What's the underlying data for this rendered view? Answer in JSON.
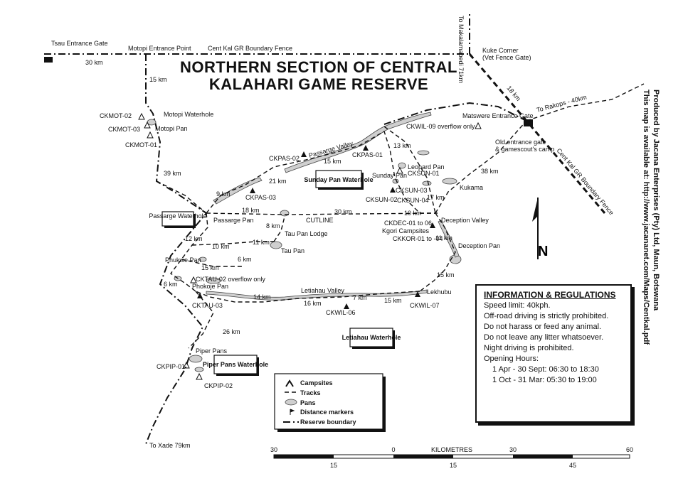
{
  "title": {
    "line1": "NORTHERN SECTION OF CENTRAL",
    "line2": "KALAHARI GAME RESERVE"
  },
  "labels": {
    "tsau_gate": "Tsau Entrance Gate",
    "motopi_entrance": "Motopi Entrance Point",
    "boundary_fence": "Cent Kal GR Boundary Fence",
    "boundary_fence_2": "Cent Kal GR Boundary Fence",
    "to_makalamabedi": "To Makalamabedi 71km",
    "kuke_corner": "Kuke Corner",
    "vet_fence_gate": "(Vet Fence Gate)",
    "to_rakops": "To Rakops - 40km",
    "matswere_gate": "Matswere Entrance Gate",
    "old_gate_1": "Old entrance gate",
    "old_gate_2": "& gamescout's camp",
    "motopi_waterhole": "Motopi Waterhole",
    "motopi_pan": "Motopi Pan",
    "passarge_valley": "Passarge Valley",
    "passarge_pan": "Passarge Pan",
    "passarge_waterhole": "Passarge Waterhole",
    "leopard_pan": "Leopard Pan",
    "sunday_pan": "Sunday Pan",
    "sunday_waterhole": "Sunday Pan Waterhole",
    "kukama": "Kukama",
    "cutline": "CUTLINE",
    "tau_pan_lodge": "Tau Pan Lodge",
    "tau_pan": "Tau Pan",
    "deception_valley": "Deception Valley",
    "deception_pan": "Deception Pan",
    "kgori": "Kgori Campsites",
    "phukwe_pan": "Phukwe Pan",
    "phokoje_pan": "Phokoje Pan",
    "letiahau_valley": "Letiahau Valley",
    "letiahau_waterhole": "Letiahau Waterhole",
    "lekhubu": "Lekhubu",
    "piper_pans": "Piper Pans",
    "piper_waterhole": "Piper Pans Waterhole",
    "to_xade": "To Xade 79km",
    "north": "N"
  },
  "campsites": {
    "ckmot02": "CKMOT-02",
    "ckmot03": "CKMOT-03",
    "ckmot01": "CKMOT-01",
    "ckpas02": "CKPAS-02",
    "ckpas01": "CKPAS-01",
    "ckpas03": "CKPAS-03",
    "cksun01": "CKSUN-01",
    "cksun03": "CKSUN-03",
    "cksun02": "CKSUN-02",
    "cksun04": "CKSUN-04",
    "ckwil09": "CKWIL-09 overflow only",
    "ckdec": "CKDEC-01 to 06",
    "ckkor": "CKKOR-01 to -04",
    "cktau02": "CKTAU-02 overflow only",
    "cktau03": "CKTAU-03",
    "ckwil06": "CKWIL-06",
    "ckwil07": "CKWIL-07",
    "ckpip01": "CKPIP-01",
    "ckpip02": "CKPIP-02"
  },
  "distances": {
    "d30a": "30 km",
    "d15a": "15 km",
    "d39": "39 km",
    "d15b": "15 km",
    "d13": "13 km",
    "d38": "38 km",
    "d18a": "18 km",
    "d21": "21 km",
    "d9": "9 km",
    "d18b": "18 km",
    "d30b": "30 km",
    "d8": "8 km",
    "d10a": "10 km",
    "d17": "17 km",
    "d11a": "11 km",
    "d12": "12 km",
    "d10b": "10 km",
    "d11b": "11 km",
    "d6a": "6 km",
    "d15c": "15 km",
    "d6b": "6 km",
    "d14": "14 km",
    "d16": "16 km",
    "d7": "7 km",
    "d15d": "15 km",
    "d15e": "15 km",
    "d26": "26 km"
  },
  "legend": {
    "campsites": "Campsites",
    "tracks": "Tracks",
    "pans": "Pans",
    "markers": "Distance markers",
    "boundary": "Reserve boundary"
  },
  "info": {
    "heading": "INFORMATION & REGULATIONS",
    "speed": "Speed limit: 40kph.",
    "offroad": "Off-road driving is strictly prohibited.",
    "harass": "Do not harass or feed any animal.",
    "litter": "Do not leave any litter whatsoever.",
    "night": "Night driving is prohibited.",
    "hours": "Opening Hours:",
    "hours1": "1 Apr - 30 Sept: 06:30 to 18:30",
    "hours2": "1 Oct - 31 Mar: 05:30 to 19:00"
  },
  "credit": {
    "line1": "Produced by Jacana Enterprises (Pty) Ltd, Maun, Botswana",
    "line2": "This map is available at: http://www.jacananet.com/Maps/Centkal.pdf"
  },
  "scale": {
    "unit": "KILOMETRES",
    "top_ticks": [
      "30",
      "0",
      "30",
      "60"
    ],
    "bottom_ticks": [
      "15",
      "15",
      "45"
    ]
  }
}
